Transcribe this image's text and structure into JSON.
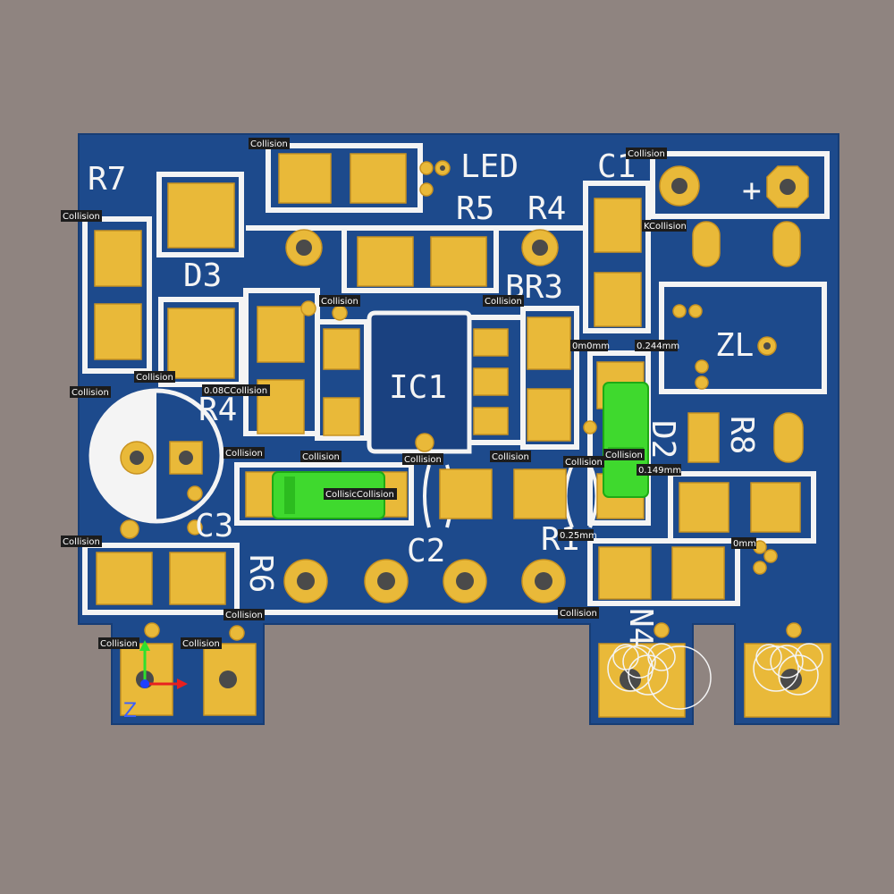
{
  "refdes": {
    "r7": "R7",
    "led": "LED",
    "c1": "C1",
    "r5": "R5",
    "r4": "R4",
    "d3": "D3",
    "br3": "BR3",
    "ic1": "IC1",
    "zl": "ZL",
    "r4b": "R4",
    "r8": "R8",
    "d2": "D2",
    "c3": "C3",
    "c2": "C2",
    "r1": "R1",
    "r6": "R6",
    "n4": "N4",
    "plus": "+"
  },
  "violations": {
    "collision": "Collision",
    "collision_pair": "CollisicCollision",
    "collision_k": "KCollision",
    "d008": "0.08CCollision",
    "d0m": "0m0mm",
    "d0244": "0.244mm",
    "d0149": "0.149mm",
    "d025": "0.25mm",
    "d0mm": "0mm"
  },
  "axes": {
    "z": "Z"
  },
  "colors": {
    "board": "#1d4a8c",
    "silkscreen": "#f4f4f4",
    "pad": "#e9b939",
    "highlight": "#3fd92e",
    "background": "#8f8480"
  }
}
